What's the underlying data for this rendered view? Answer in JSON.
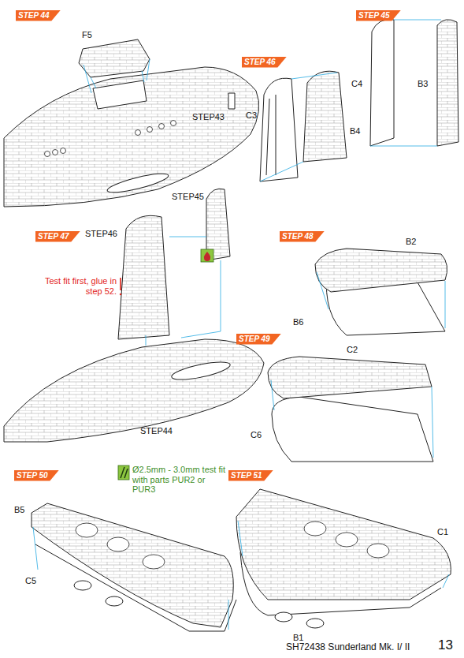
{
  "diagram": {
    "labels": [
      "STEP 44",
      "F5",
      "STEP43",
      "STEP 46",
      "STEP 45",
      "C3",
      "B4",
      "C4",
      "B3",
      "STEP45",
      "STEP 47",
      "STEP46",
      "Test fit first, glue in step 52.",
      "STEP44",
      "STEP 48",
      "B2",
      "B6",
      "STEP 49",
      "C2",
      "C6",
      "STEP 50",
      "Ø2.5mm - 3.0mm test fit with parts PUR2 or PUR3",
      "B5",
      "C5",
      "STEP 51",
      "C1",
      "B1",
      "SH72438 Sunderland Mk. I/ II",
      "13"
    ]
  }
}
